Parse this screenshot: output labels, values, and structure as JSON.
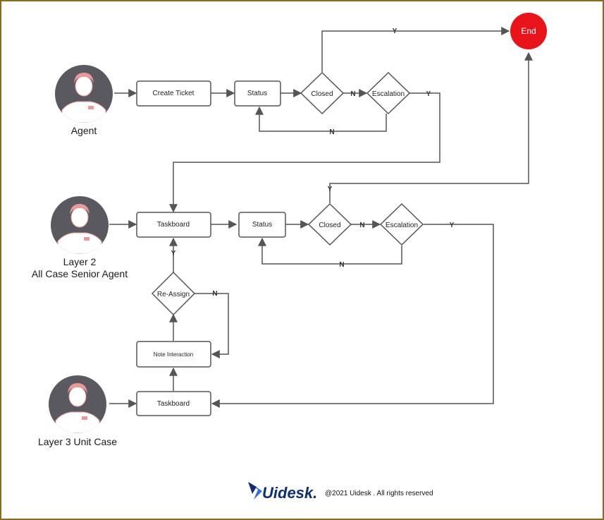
{
  "agents": {
    "agent": "Agent",
    "layer2_line1": "Layer 2",
    "layer2_line2": "All Case Senior Agent",
    "layer3": "Layer 3 Unit Case"
  },
  "nodes": {
    "create_ticket": "Create Ticket",
    "status_1": "Status",
    "closed_1": "Closed",
    "escalation_1": "Escalation",
    "end": "End",
    "taskboard_2": "Taskboard",
    "status_2": "Status",
    "closed_2": "Closed",
    "escalation_2": "Escalation",
    "re_assign": "Re-Assign",
    "note_interaction": "Note Interaction",
    "taskboard_3": "Taskboard"
  },
  "edge_labels": {
    "yes": "Y",
    "no": "N"
  },
  "footer": {
    "brand": "Uidesk.",
    "copyright": "@2021 Uidesk . All rights reserved"
  },
  "colors": {
    "end_fill": "#e8141a",
    "avatar_bg": "#5b5960",
    "avatar_accent": "#e89a9a",
    "line": "#555555",
    "border": "#8b6a1f",
    "brand": "#0f2d73",
    "logo_accent": "#2f6fd6"
  }
}
